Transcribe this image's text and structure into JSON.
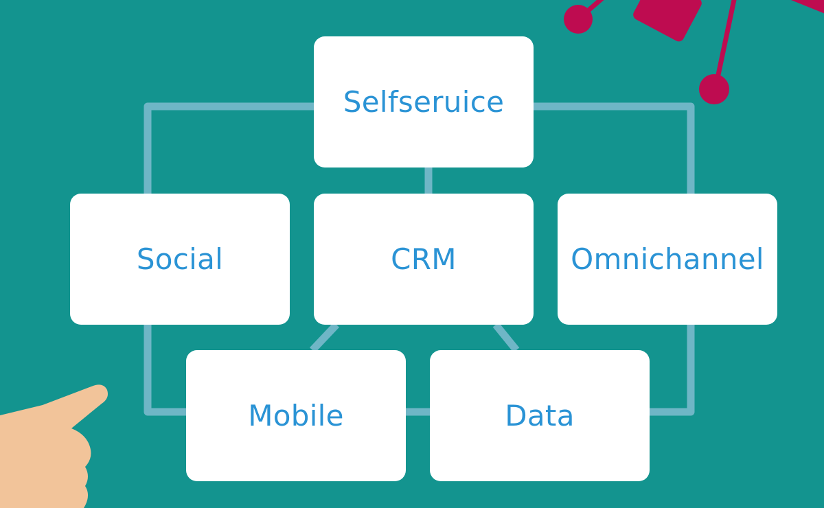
{
  "diagram": {
    "nodes": {
      "selfservice": "Selfseruice",
      "social": "Social",
      "crm": "CRM",
      "omnichannel": "Omnichannel",
      "mobile": "Mobile",
      "data": "Data"
    }
  },
  "colors": {
    "background": "#13948f",
    "connector": "#6fb6c6",
    "node_fill": "#ffffff",
    "node_text": "#2a93d5",
    "accent": "#be0c50",
    "skin": "#f2c49a"
  },
  "icons": {
    "bottom_left": "pointing-hand-icon",
    "top_right": "network-node-icon"
  }
}
